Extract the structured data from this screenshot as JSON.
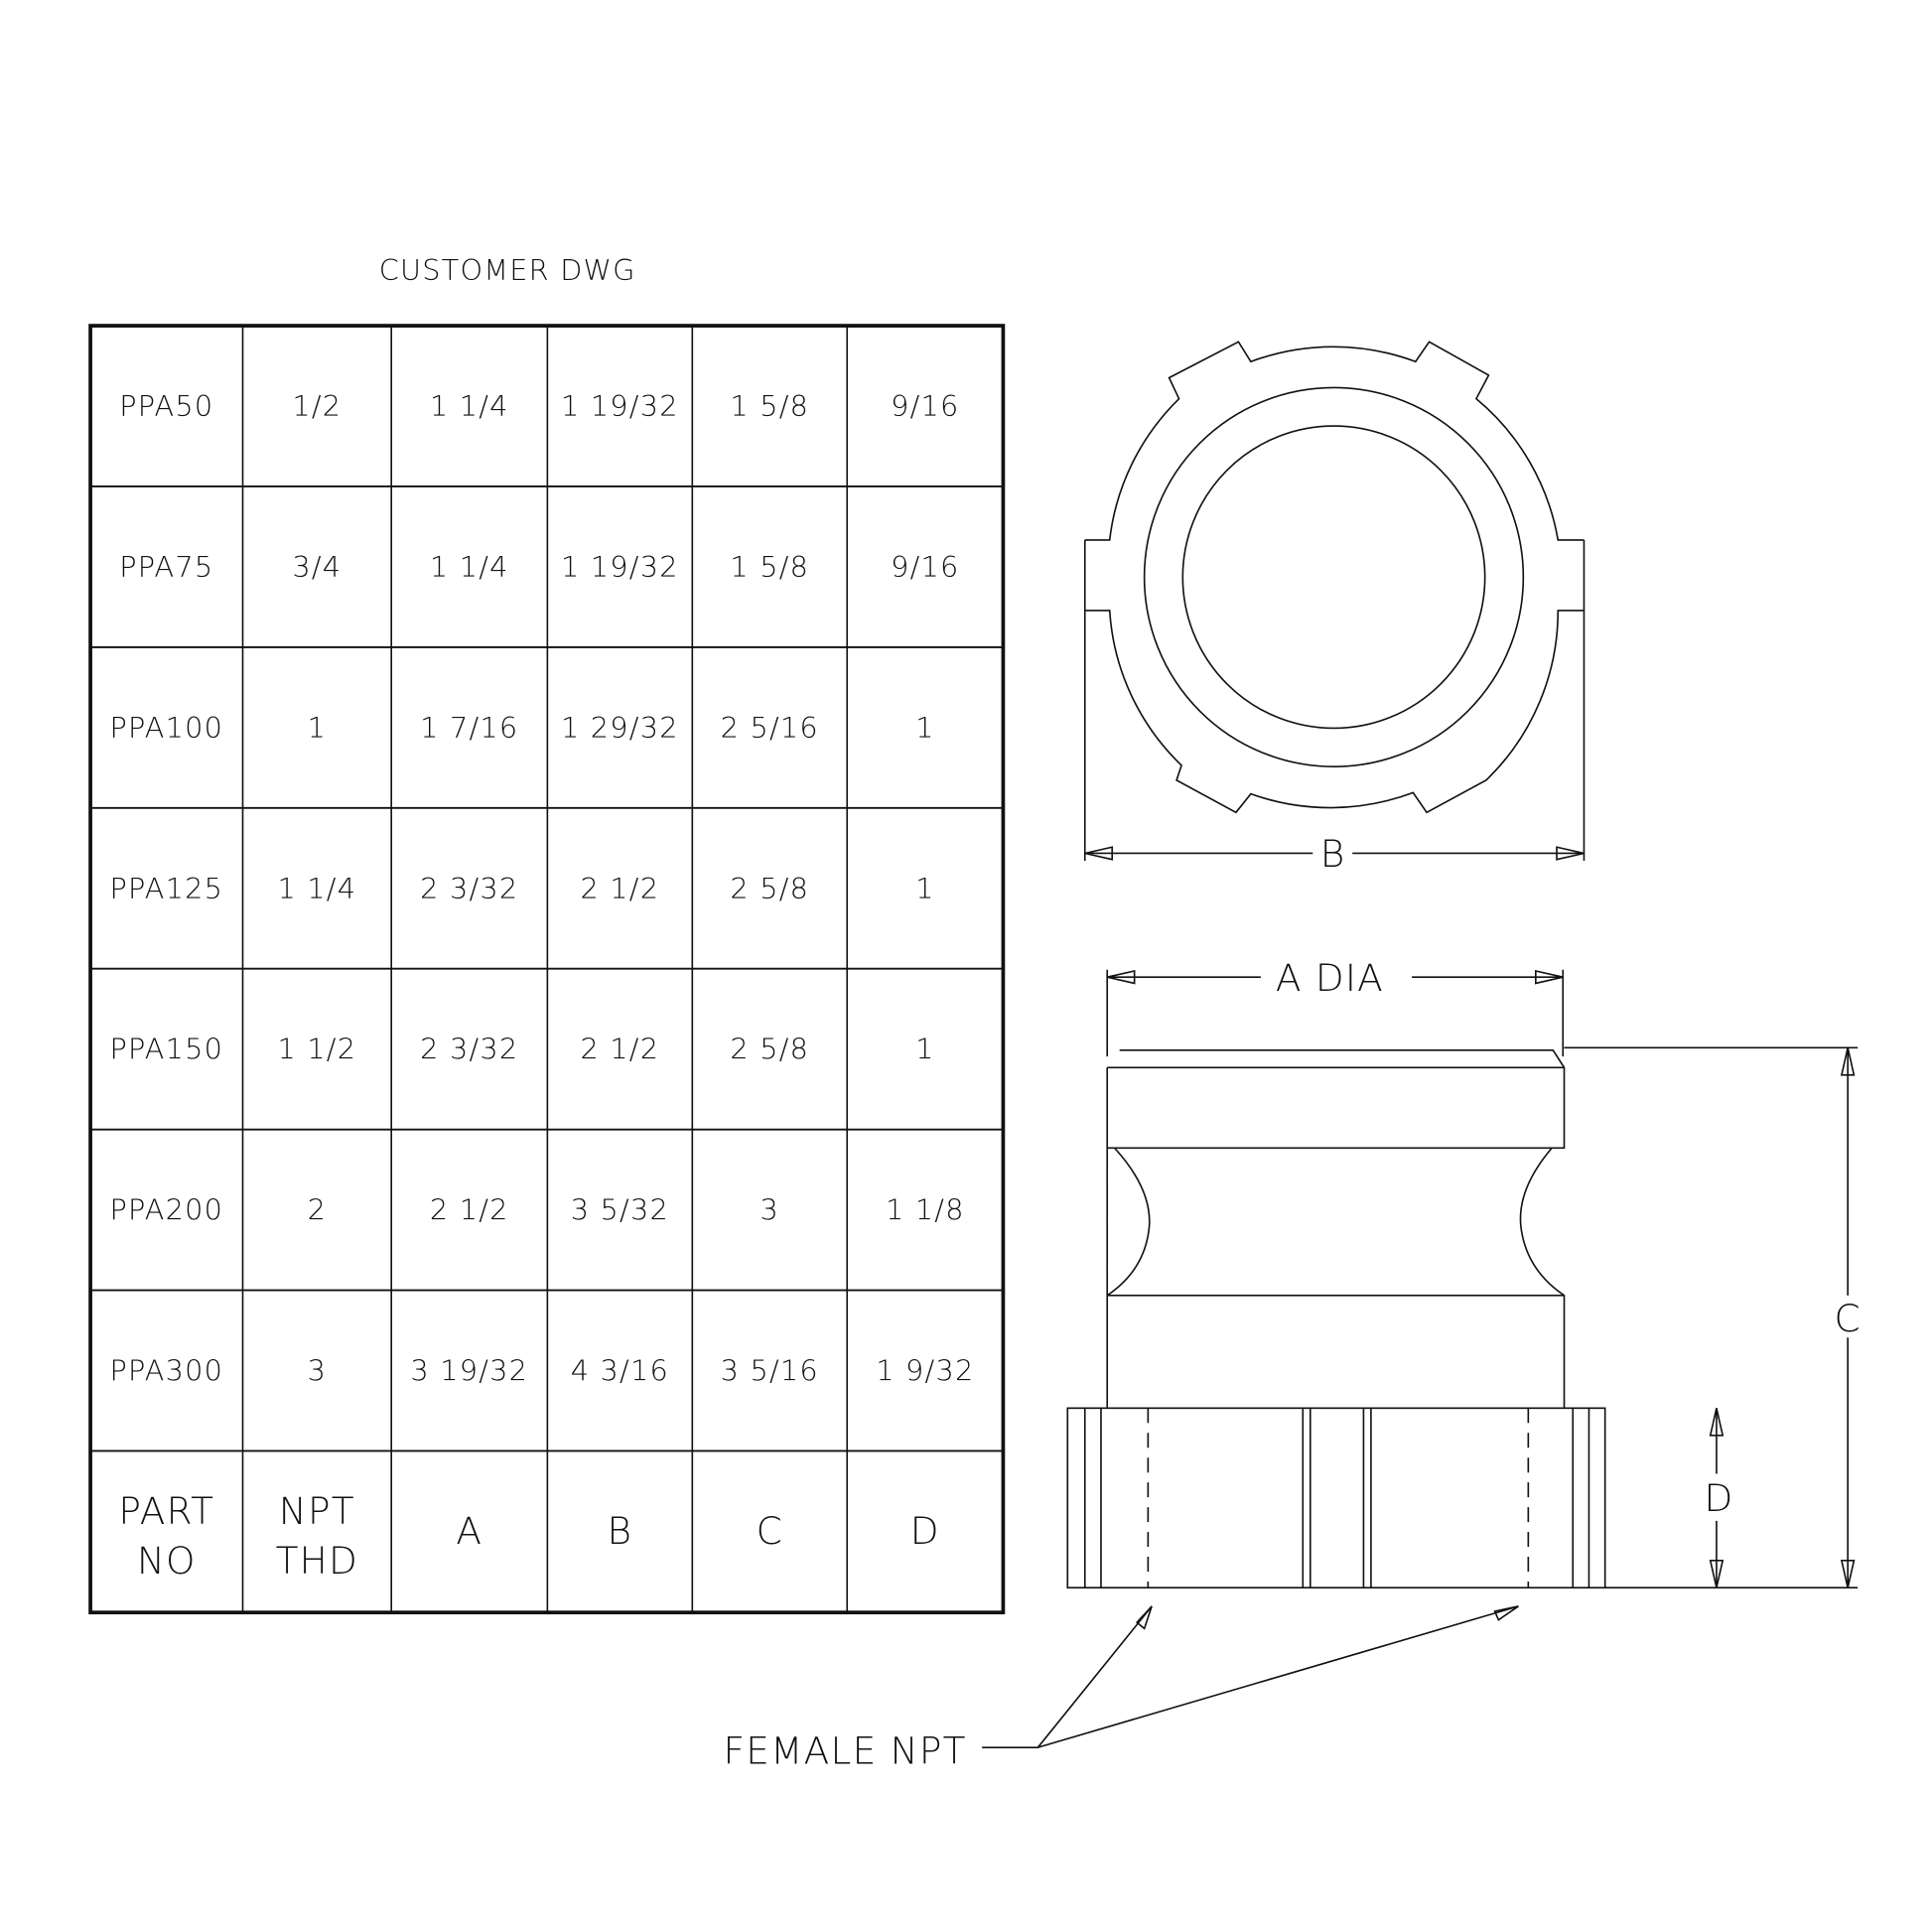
{
  "title": "CUSTOMER DWG",
  "table": {
    "headers": [
      [
        "PART",
        "NO"
      ],
      [
        "NPT",
        "THD"
      ],
      [
        "A"
      ],
      [
        "B"
      ],
      [
        "C"
      ],
      [
        "D"
      ]
    ],
    "rows": [
      [
        "PPA50",
        "1/2",
        "1 1/4",
        "1 19/32",
        "1 5/8",
        "9/16"
      ],
      [
        "PPA75",
        "3/4",
        "1 1/4",
        "1 19/32",
        "1 5/8",
        "9/16"
      ],
      [
        "PPA100",
        "1",
        "1 7/16",
        "1 29/32",
        "2 5/16",
        "1"
      ],
      [
        "PPA125",
        "1 1/4",
        "2 3/32",
        "2 1/2",
        "2 5/8",
        "1"
      ],
      [
        "PPA150",
        "1 1/2",
        "2 3/32",
        "2 1/2",
        "2 5/8",
        "1"
      ],
      [
        "PPA200",
        "2",
        "2 1/2",
        "3 5/32",
        "3",
        "1 1/8"
      ],
      [
        "PPA300",
        "3",
        "3 19/32",
        "4 3/16",
        "3 5/16",
        "1 9/32"
      ]
    ]
  },
  "dimensions": {
    "b": "B",
    "a_dia": "A DIA",
    "c": "C",
    "d": "D"
  },
  "callout": "FEMALE NPT"
}
